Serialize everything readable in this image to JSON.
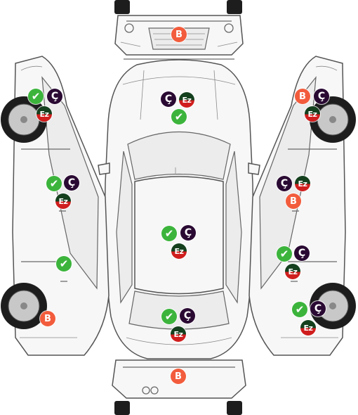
{
  "badge_colors": {
    "ok": "#3cb43c",
    "cizik": "#2a0a33",
    "ezik_top": "#14401e",
    "ezik_bottom": "#d01e1e",
    "boya": "#f25c3c"
  },
  "labels": {
    "ok": "✔",
    "cizik": "Ç",
    "ezik": "Ez",
    "boya": "B"
  },
  "zones": {
    "front_bumper": [
      "boya"
    ],
    "hood": [
      "cizik",
      "ezik",
      "ok"
    ],
    "roof": [
      "ok",
      "cizik",
      "ezik"
    ],
    "trunk": [
      "ok",
      "cizik",
      "ezik"
    ],
    "rear_bumper": [
      "boya"
    ],
    "left_front_fender": [
      "ok",
      "cizik",
      "ezik"
    ],
    "left_front_door": [
      "ok",
      "cizik",
      "ezik"
    ],
    "left_rear_door": [
      "ok"
    ],
    "left_rear_fender": [
      "boya"
    ],
    "right_front_fender": [
      "boya",
      "cizik",
      "ezik"
    ],
    "right_front_door": [
      "cizik",
      "ezik",
      "boya"
    ],
    "right_rear_door": [
      "ok",
      "cizik",
      "ezik"
    ],
    "right_rear_fender": [
      "ok",
      "cizik",
      "ezik"
    ]
  }
}
